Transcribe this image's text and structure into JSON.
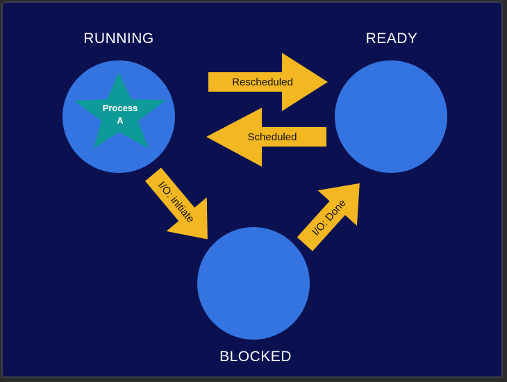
{
  "diagram": {
    "colors": {
      "background": "#0b1150",
      "state": "#3474e0",
      "arrow": "#f3b722",
      "token": "#0f9a9a"
    },
    "states": {
      "running": "RUNNING",
      "ready": "READY",
      "blocked": "BLOCKED"
    },
    "transitions": {
      "rescheduled": "Rescheduled",
      "scheduled": "Scheduled",
      "io_initiate": "I/O: initiate",
      "io_done": "I/O: Done"
    },
    "token": {
      "line1": "Process",
      "line2": "A"
    }
  }
}
